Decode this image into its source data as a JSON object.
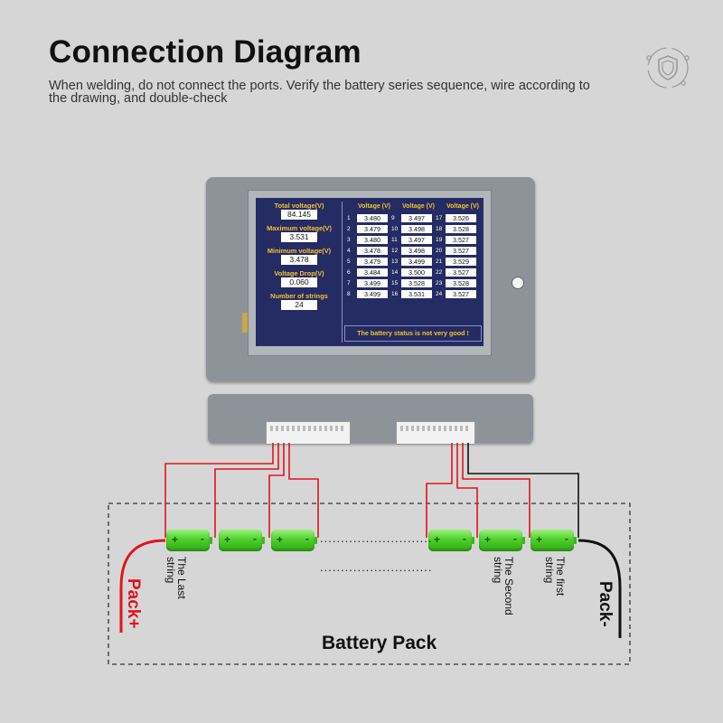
{
  "title": "Connection Diagram",
  "subtitle": "When welding, do not connect the ports. Verify the battery series sequence, wire according to the drawing, and double-check",
  "icon": "shield-icon",
  "display": {
    "total_voltage_label": "Total voltage(V)",
    "total_voltage": "84.145",
    "max_voltage_label": "Maximum voltage(V)",
    "max_voltage": "3.531",
    "min_voltage_label": "Minimum voltage(V)",
    "min_voltage": "3.478",
    "voltage_drop_label": "Voltage Drop(V)",
    "voltage_drop": "0.060",
    "strings_label": "Number of strings",
    "strings": "24",
    "column_header": "Voltage (V)",
    "status": "The battery status is not very good !",
    "cells": [
      {
        "n": "1",
        "v": "3.480"
      },
      {
        "n": "2",
        "v": "3.479"
      },
      {
        "n": "3",
        "v": "3.480"
      },
      {
        "n": "4",
        "v": "3.478"
      },
      {
        "n": "5",
        "v": "3.479"
      },
      {
        "n": "6",
        "v": "3.484"
      },
      {
        "n": "7",
        "v": "3.499"
      },
      {
        "n": "8",
        "v": "3.499"
      },
      {
        "n": "9",
        "v": "3.497"
      },
      {
        "n": "10",
        "v": "3.498"
      },
      {
        "n": "11",
        "v": "3.497"
      },
      {
        "n": "12",
        "v": "3.498"
      },
      {
        "n": "13",
        "v": "3.499"
      },
      {
        "n": "14",
        "v": "3.500"
      },
      {
        "n": "15",
        "v": "3.528"
      },
      {
        "n": "16",
        "v": "3.531"
      },
      {
        "n": "17",
        "v": "3.526"
      },
      {
        "n": "18",
        "v": "3.528"
      },
      {
        "n": "19",
        "v": "3.527"
      },
      {
        "n": "20",
        "v": "3.527"
      },
      {
        "n": "21",
        "v": "3.529"
      },
      {
        "n": "22",
        "v": "3.527"
      },
      {
        "n": "23",
        "v": "3.528"
      },
      {
        "n": "24",
        "v": "3.527"
      }
    ]
  },
  "battery": {
    "last_string": "The Last string",
    "second_string": "The Second string",
    "first_string": "The first string",
    "pack_plus": "Pack+",
    "pack_minus": "Pack-",
    "pack_label": "Battery Pack",
    "cell_plus": "+",
    "cell_minus": "-",
    "ellipsis_top": "...........................",
    "ellipsis_bottom": "...........................",
    "wire_positive_color": "#e0141e",
    "wire_negative_color": "#111111"
  }
}
